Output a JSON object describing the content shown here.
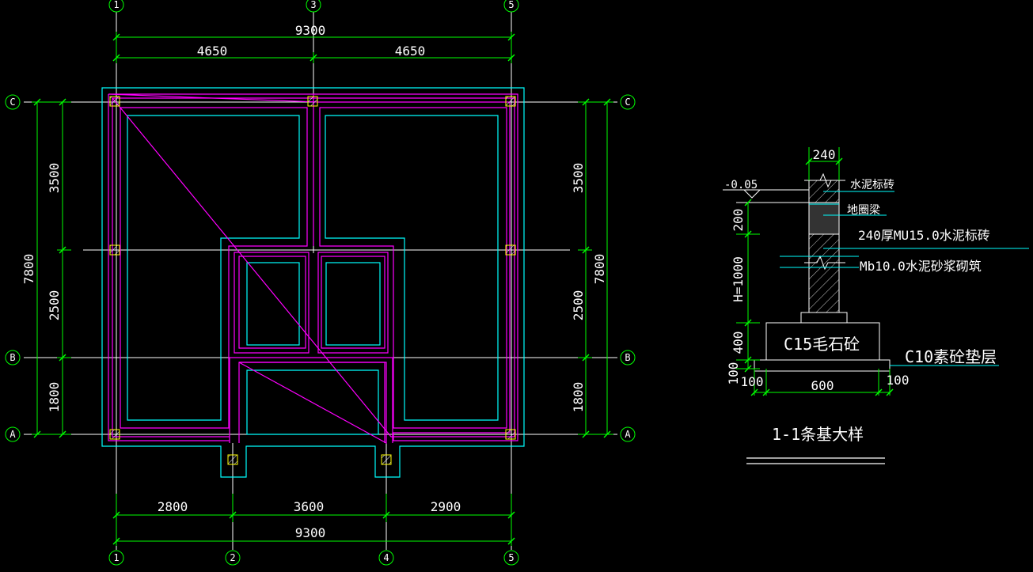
{
  "plan": {
    "grid_top": [
      "1",
      "3",
      "5"
    ],
    "grid_bottom": [
      "1",
      "2",
      "4",
      "5"
    ],
    "grid_rows": [
      "C",
      "B",
      "A"
    ],
    "dim_top_total": "9300",
    "dim_top_left": "4650",
    "dim_top_right": "4650",
    "dim_bottom_a": "2800",
    "dim_bottom_b": "3600",
    "dim_bottom_c": "2900",
    "dim_bottom_total": "9300",
    "dim_left_total": "7800",
    "dim_left_a": "3500",
    "dim_left_b": "2500",
    "dim_left_c": "1800",
    "dim_right_total": "7800",
    "dim_right_a": "3500",
    "dim_right_b": "2500",
    "dim_right_c": "1800"
  },
  "detail": {
    "dim_wall": "240",
    "elevation": "-0.05",
    "dim_200": "200",
    "dim_h": "H=1000",
    "dim_400": "400",
    "dim_100_vert": "100",
    "dim_100_left": "100",
    "dim_600": "600",
    "dim_100_right": "100",
    "label_brick": "水泥标砖",
    "label_ring_beam": "地圈梁",
    "label_wall": "240厚MU15.0水泥标砖",
    "label_mortar": "Mb10.0水泥砂浆砌筑",
    "label_footing": "C15毛石砼",
    "label_cushion": "C10素砼垫层",
    "title": "1-1条基大样"
  },
  "colors": {
    "background": "#000000",
    "grid_line": "#ffffff",
    "dimension": "#00ff00",
    "footing_outline": "#00ffff",
    "beam_line": "#ff00ff",
    "text": "#ffffff"
  }
}
